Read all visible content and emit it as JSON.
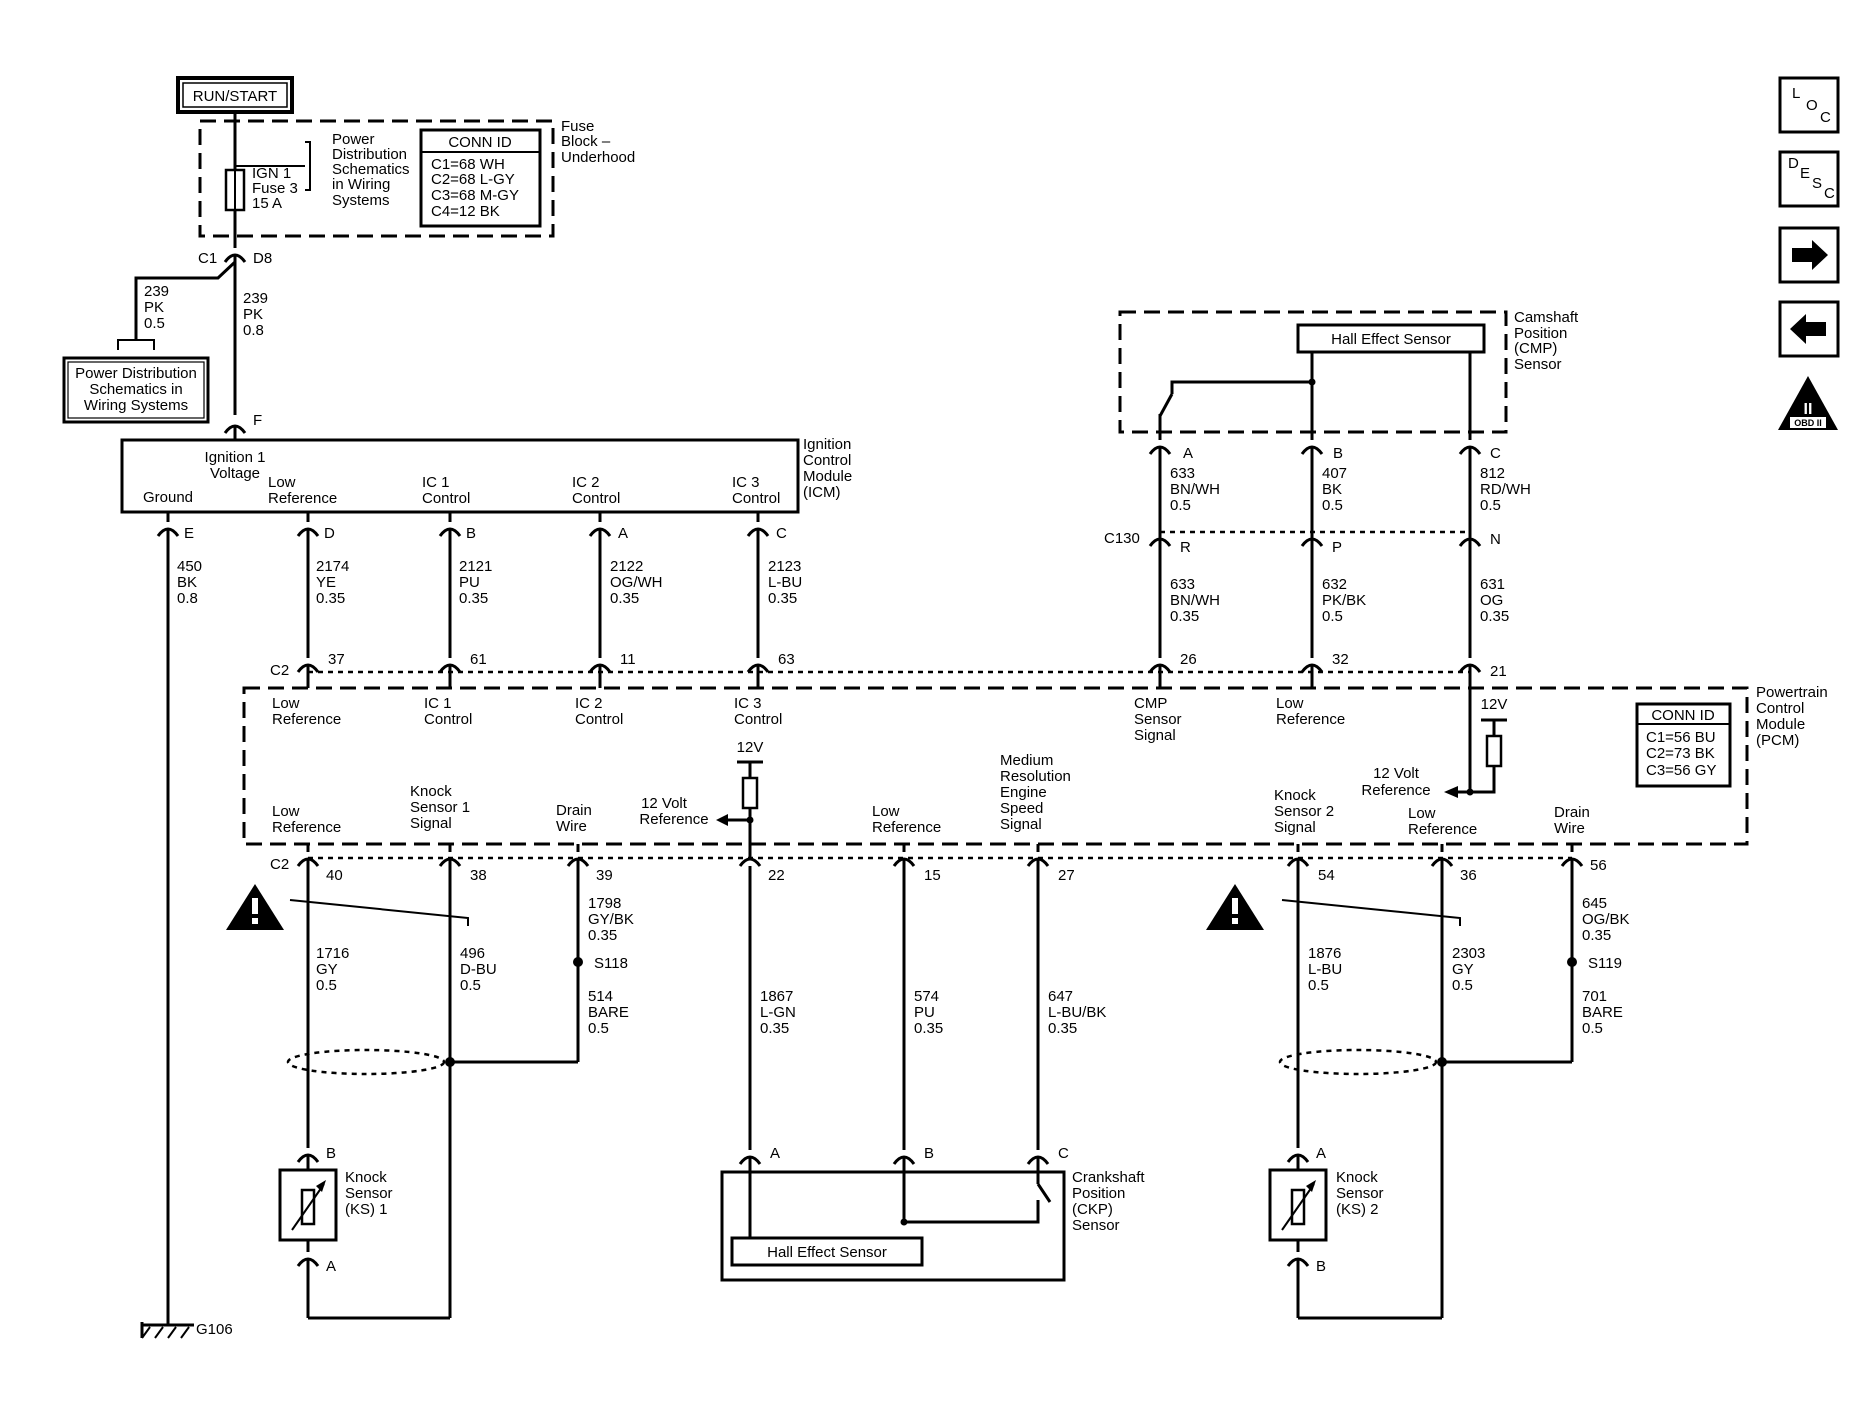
{
  "run_start": "RUN/START",
  "fuse_block": {
    "label": [
      "Fuse",
      "Block –",
      "Underhood"
    ],
    "fuse": [
      "IGN 1",
      "Fuse 3",
      "15 A"
    ],
    "ref": [
      "Power",
      "Distribution",
      "Schematics",
      "in Wiring",
      "Systems"
    ],
    "conn_title": "CONN ID",
    "conn_rows": [
      "C1=68 WH",
      "C2=68 L-GY",
      "C3=68 M-GY",
      "C4=12 BK"
    ]
  },
  "c1": "C1",
  "d8": "D8",
  "wire_239_left": [
    "239",
    "PK",
    "0.5"
  ],
  "wire_239_right": [
    "239",
    "PK",
    "0.8"
  ],
  "power_dist_box": [
    "Power Distribution",
    "Schematics in",
    "Wiring Systems"
  ],
  "pin_f": "F",
  "icm": {
    "label": [
      "Ignition",
      "Control",
      "Module",
      "(ICM)"
    ],
    "ign_voltage": [
      "Ignition 1",
      "Voltage"
    ],
    "ground": "Ground",
    "low_ref": [
      "Low",
      "Reference"
    ],
    "ic1": [
      "IC 1",
      "Control"
    ],
    "ic2": [
      "IC 2",
      "Control"
    ],
    "ic3": [
      "IC 3",
      "Control"
    ],
    "pins": [
      "E",
      "D",
      "B",
      "A",
      "C"
    ]
  },
  "wires_icm": [
    [
      "450",
      "BK",
      "0.8"
    ],
    [
      "2174",
      "YE",
      "0.35"
    ],
    [
      "2121",
      "PU",
      "0.35"
    ],
    [
      "2122",
      "OG/WH",
      "0.35"
    ],
    [
      "2123",
      "L-BU",
      "0.35"
    ]
  ],
  "pcm": {
    "label": [
      "Powertrain",
      "Control",
      "Module",
      "(PCM)"
    ],
    "conn_title": "CONN ID",
    "conn_rows": [
      "C1=56 BU",
      "C2=73 BK",
      "C3=56 GY"
    ],
    "c2": "C2",
    "top_pins": [
      "37",
      "61",
      "11",
      "63",
      "26",
      "32",
      "21"
    ],
    "bottom_pins": [
      "40",
      "38",
      "39",
      "22",
      "15",
      "27",
      "54",
      "36",
      "56"
    ],
    "top_labels": {
      "low_ref": [
        "Low",
        "Reference"
      ],
      "ic1": [
        "IC 1",
        "Control"
      ],
      "ic2": [
        "IC 2",
        "Control"
      ],
      "ic3": [
        "IC 3",
        "Control"
      ],
      "cmp": [
        "CMP",
        "Sensor",
        "Signal"
      ],
      "low_ref2": [
        "Low",
        "Reference"
      ]
    },
    "v12": "12V",
    "v12_ref": [
      "12 Volt",
      "Reference"
    ],
    "bottom_labels": {
      "low_ref": [
        "Low",
        "Reference"
      ],
      "ks1": [
        "Knock",
        "Sensor 1",
        "Signal"
      ],
      "drain": [
        "Drain",
        "Wire"
      ],
      "low_ref_ckp": [
        "Low",
        "Reference"
      ],
      "med_res": [
        "Medium",
        "Resolution",
        "Engine",
        "Speed",
        "Signal"
      ],
      "ks2": [
        "Knock",
        "Sensor 2",
        "Signal"
      ],
      "low_ref2": [
        "Low",
        "Reference"
      ],
      "drain2": [
        "Drain",
        "Wire"
      ]
    }
  },
  "cmp": {
    "label": [
      "Camshaft",
      "Position",
      "(CMP)",
      "Sensor"
    ],
    "hall": "Hall Effect Sensor",
    "pins": [
      "A",
      "B",
      "C"
    ],
    "wires_top": [
      [
        "633",
        "BN/WH",
        "0.5"
      ],
      [
        "407",
        "BK",
        "0.5"
      ],
      [
        "812",
        "RD/WH",
        "0.5"
      ]
    ],
    "c130": "C130",
    "c130_pins": [
      "R",
      "P",
      "N"
    ],
    "wires_bottom": [
      [
        "633",
        "BN/WH",
        "0.35"
      ],
      [
        "632",
        "PK/BK",
        "0.5"
      ],
      [
        "631",
        "OG",
        "0.35"
      ]
    ]
  },
  "bottom_wires": {
    "w1716": [
      "1716",
      "GY",
      "0.5"
    ],
    "w496": [
      "496",
      "D-BU",
      "0.5"
    ],
    "w1798": [
      "1798",
      "GY/BK",
      "0.35"
    ],
    "s118": "S118",
    "w514": [
      "514",
      "BARE",
      "0.5"
    ],
    "w1867": [
      "1867",
      "L-GN",
      "0.35"
    ],
    "w574": [
      "574",
      "PU",
      "0.35"
    ],
    "w647": [
      "647",
      "L-BU/BK",
      "0.35"
    ],
    "w1876": [
      "1876",
      "L-BU",
      "0.5"
    ],
    "w2303": [
      "2303",
      "GY",
      "0.5"
    ],
    "w645": [
      "645",
      "OG/BK",
      "0.35"
    ],
    "s119": "S119",
    "w701": [
      "701",
      "BARE",
      "0.5"
    ]
  },
  "ks1": {
    "label": [
      "Knock",
      "Sensor",
      "(KS) 1"
    ],
    "pin_top": "B",
    "pin_bottom": "A"
  },
  "ks2": {
    "label": [
      "Knock",
      "Sensor",
      "(KS) 2"
    ],
    "pin_top": "A",
    "pin_bottom": "B"
  },
  "ckp": {
    "label": [
      "Crankshaft",
      "Position",
      "(CKP)",
      "Sensor"
    ],
    "hall": "Hall Effect Sensor",
    "pins": [
      "A",
      "B",
      "C"
    ]
  },
  "ground": "G106",
  "nav": {
    "loc": [
      "L",
      "O",
      "C"
    ],
    "desc": [
      "D",
      "E",
      "S",
      "C"
    ],
    "obd": [
      "II",
      "OBD II"
    ]
  }
}
